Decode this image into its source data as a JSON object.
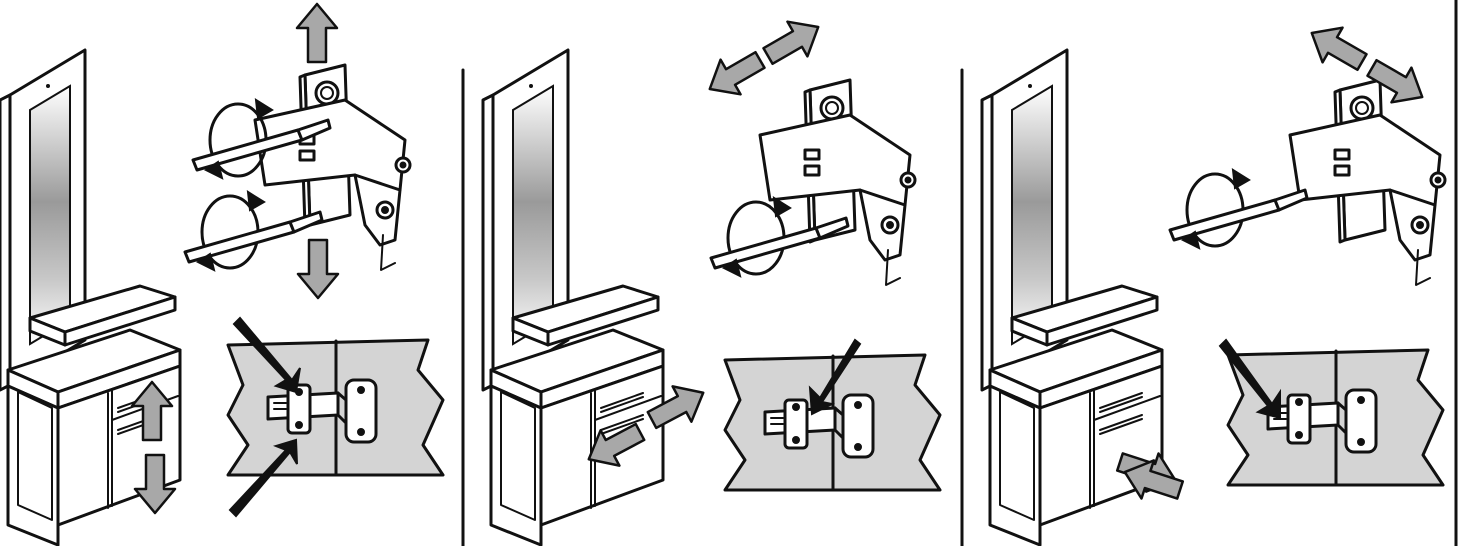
{
  "figure": {
    "panels": [
      {
        "name": "vertical-adjustment",
        "arrow_color": "#a8a8a8"
      },
      {
        "name": "lateral-adjustment",
        "arrow_color": "#a8a8a8"
      },
      {
        "name": "depth-adjustment",
        "arrow_color": "#a8a8a8"
      }
    ],
    "colors": {
      "ink": "#111111",
      "panel_fill": "#d4d4d4",
      "arrow_fill": "#a8a8a8",
      "background": "#ffffff"
    }
  }
}
